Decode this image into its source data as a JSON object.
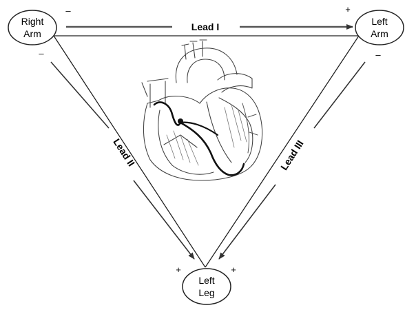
{
  "nodes": {
    "right_arm": {
      "line1": "Right",
      "line2": "Arm"
    },
    "left_arm": {
      "line1": "Left",
      "line2": "Arm"
    },
    "left_leg": {
      "line1": "Left",
      "line2": "Leg"
    }
  },
  "leads": {
    "lead1": "Lead I",
    "lead2": "Lead II",
    "lead3": "Lead III"
  },
  "signs": {
    "right_arm_top": "–",
    "right_arm_bottom": "–",
    "left_arm_top": "+",
    "left_arm_bottom": "–",
    "left_leg_left": "+",
    "left_leg_right": "+"
  },
  "colors": {
    "stroke": "#222222",
    "arrow_lead1": "#555555",
    "arrow_other": "#333333"
  }
}
